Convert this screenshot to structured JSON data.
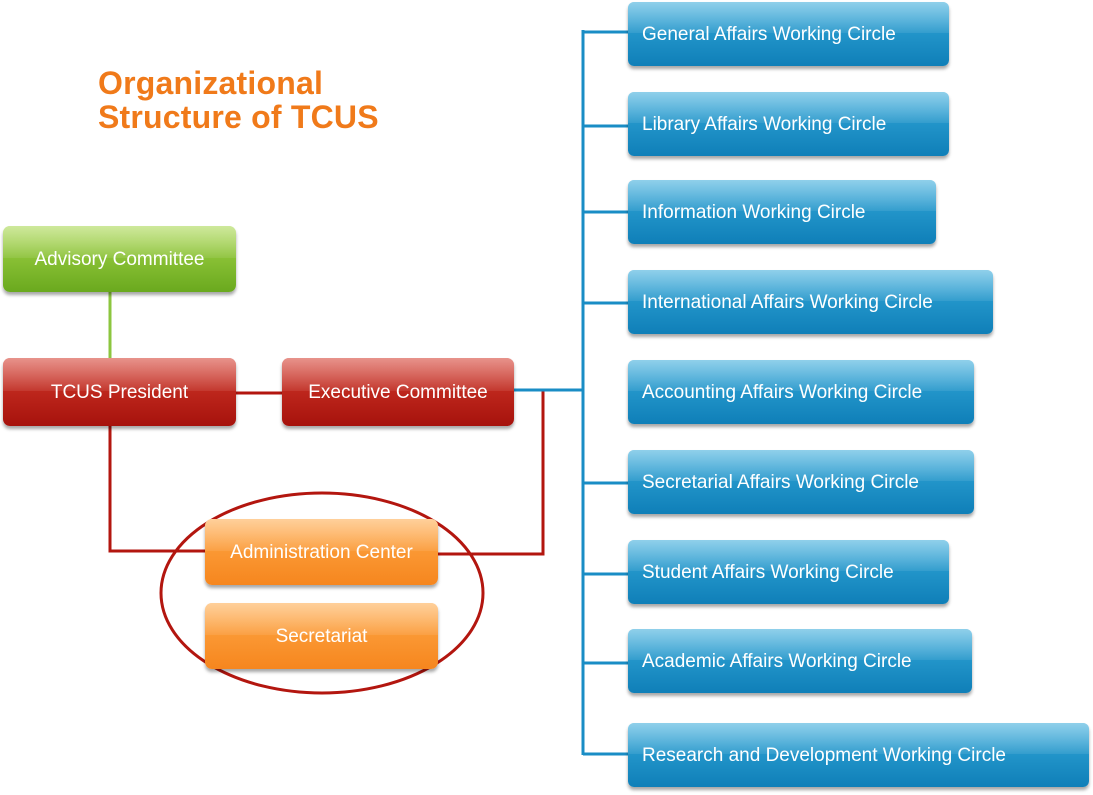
{
  "title": {
    "line1": "Organizational",
    "line2": "Structure of TCUS"
  },
  "nodes": {
    "advisory_committee": "Advisory Committee",
    "president": "TCUS President",
    "executive_committee": "Executive Committee",
    "administration_center": "Administration Center",
    "secretariat": "Secretariat"
  },
  "working_circles": [
    "General Affairs Working Circle",
    "Library Affairs Working Circle",
    "Information Working Circle",
    "International Affairs Working Circle",
    "Accounting Affairs Working Circle",
    "Secretarial Affairs Working Circle",
    "Student Affairs Working Circle",
    "Academic Affairs Working Circle",
    "Research and Development Working Circle"
  ],
  "colors": {
    "title": "#f07a1a",
    "advisory": "#8cc63f",
    "president_branch": "#b3160f",
    "admin": "#f7901e",
    "working_circle": "#1a8dc5"
  }
}
